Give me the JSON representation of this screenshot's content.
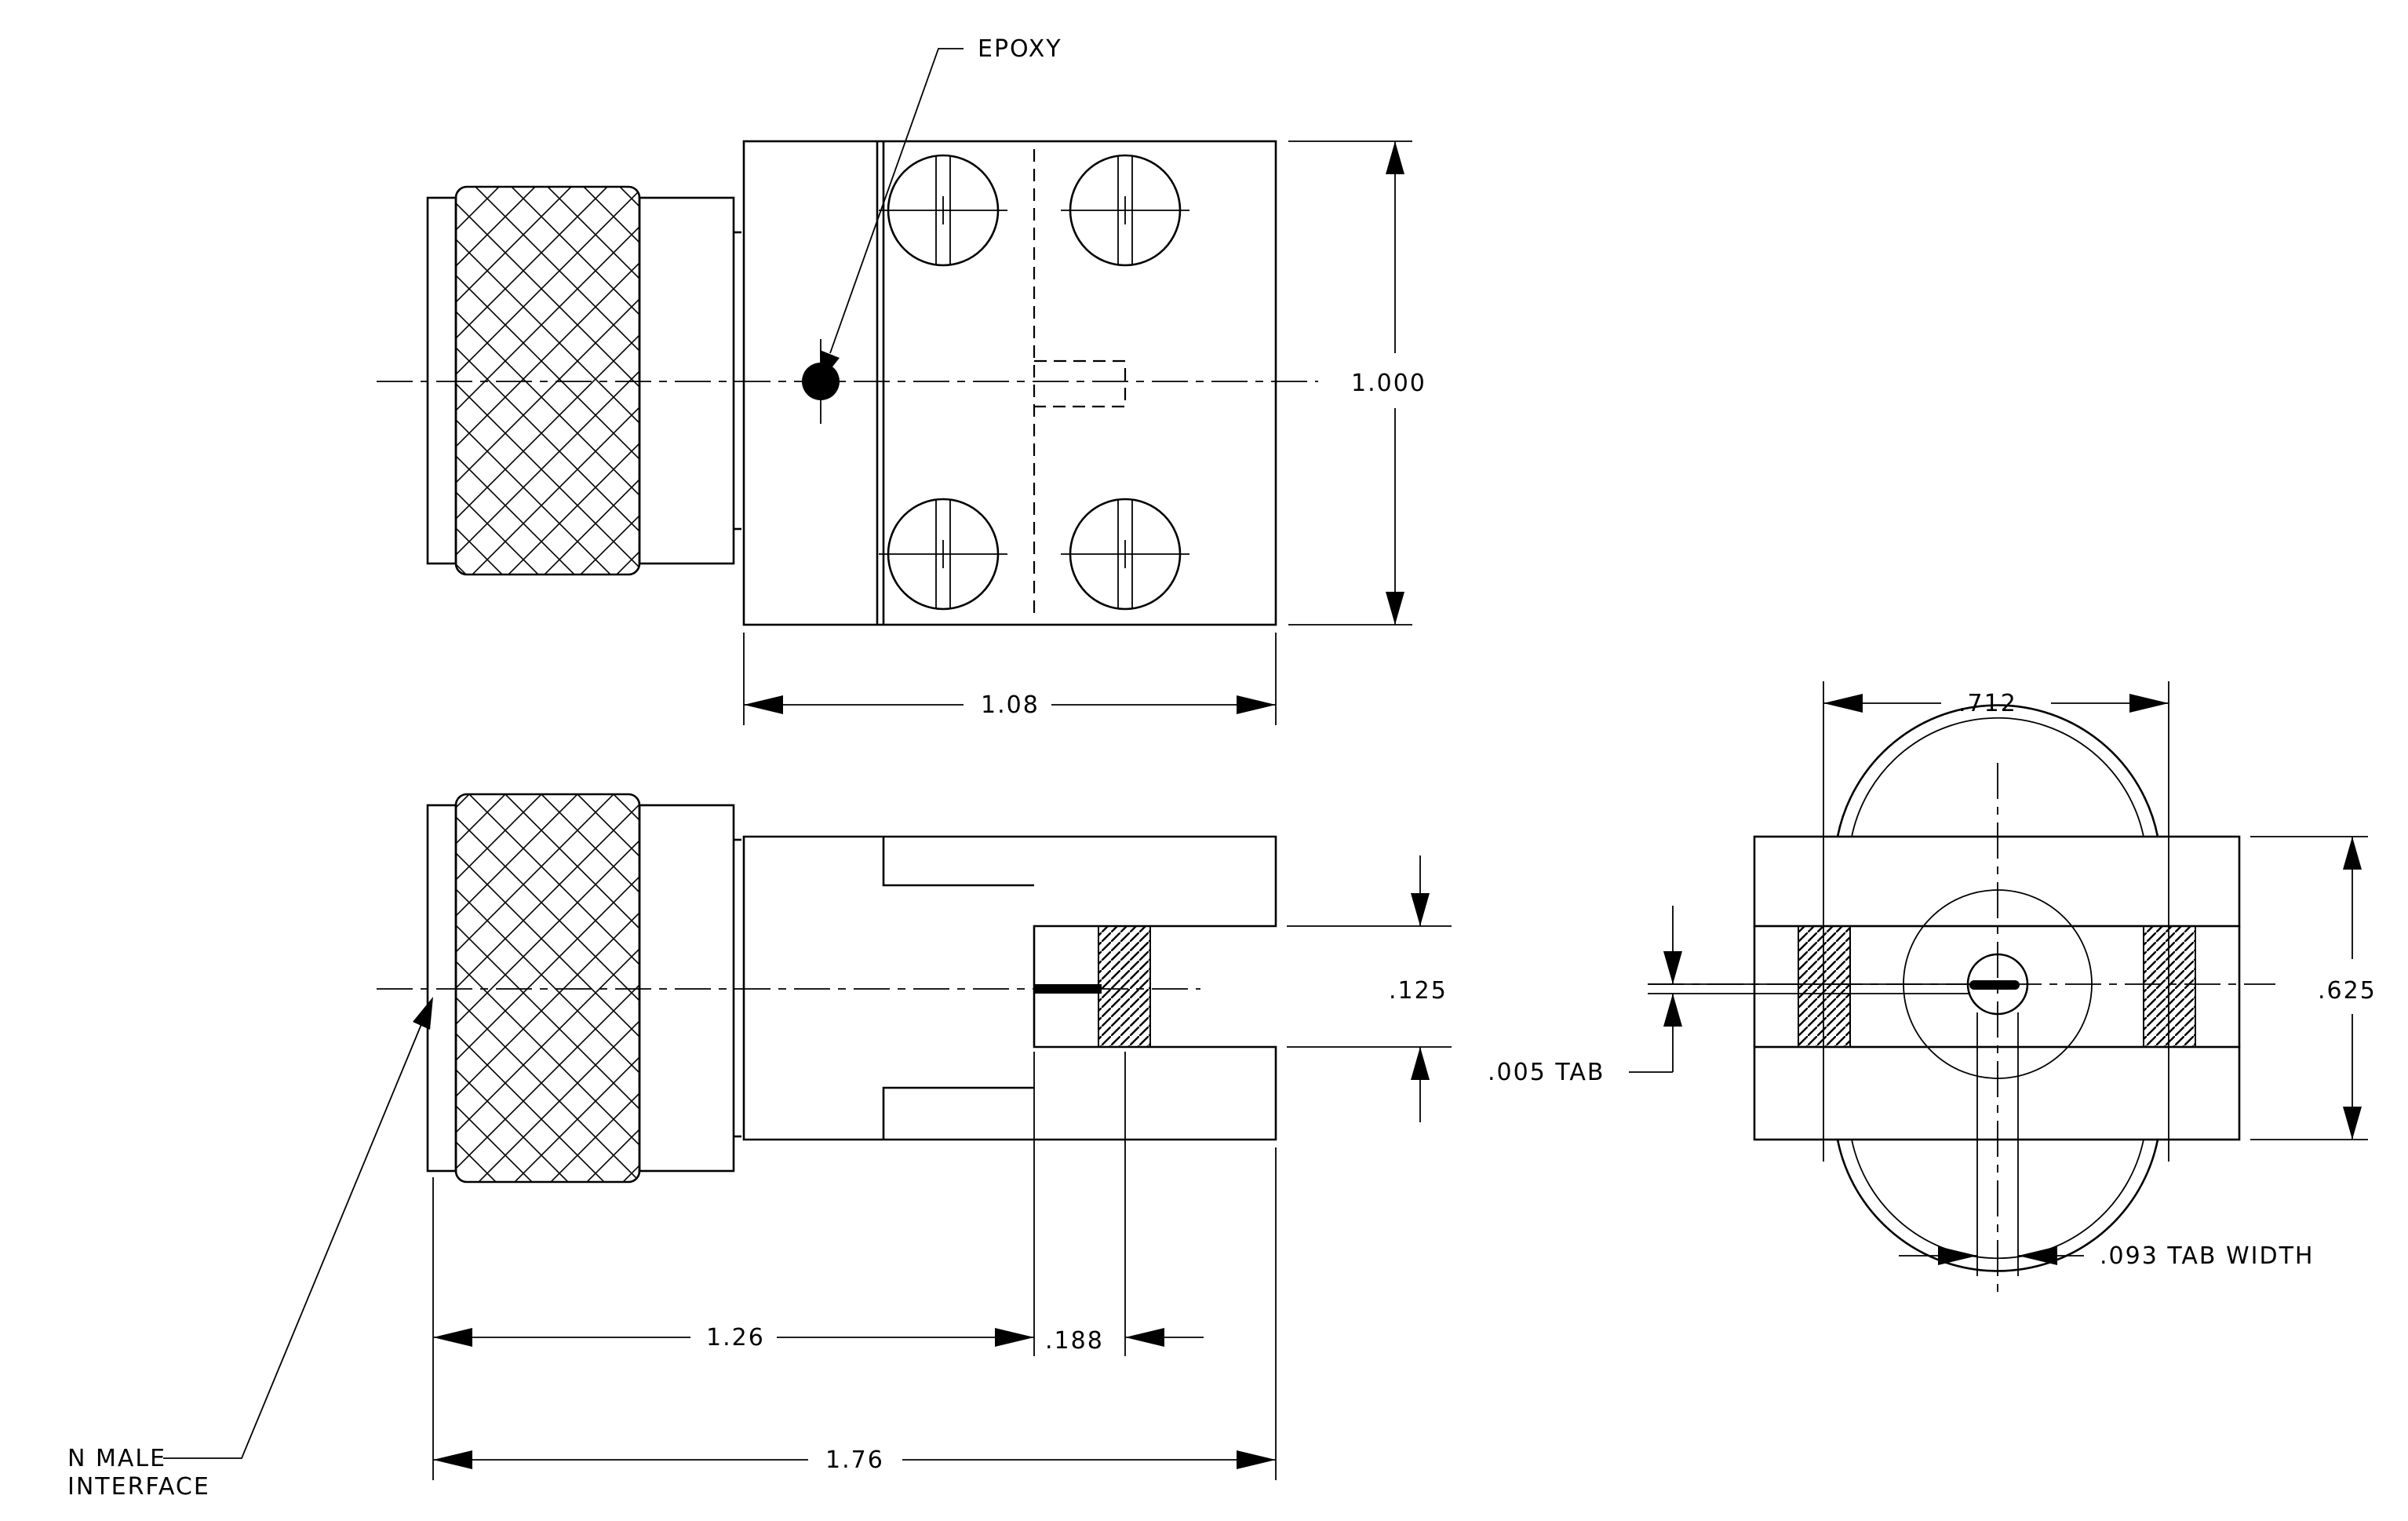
{
  "drawing": {
    "callouts": {
      "epoxy": "EPOXY",
      "n_male_line1": "N  MALE",
      "n_male_line2": "INTERFACE"
    },
    "dimensions": {
      "height_1000": "1.000",
      "width_108": "1.08",
      "width_712": ".712",
      "gap_125": ".125",
      "height_625": ".625",
      "tab_005": ".005  TAB",
      "tab_width_093": ".093  TAB  WIDTH",
      "length_126": "1.26",
      "offset_188": ".188",
      "length_176": "1.76"
    },
    "colors": {
      "line": "#000000",
      "background": "#ffffff"
    }
  }
}
